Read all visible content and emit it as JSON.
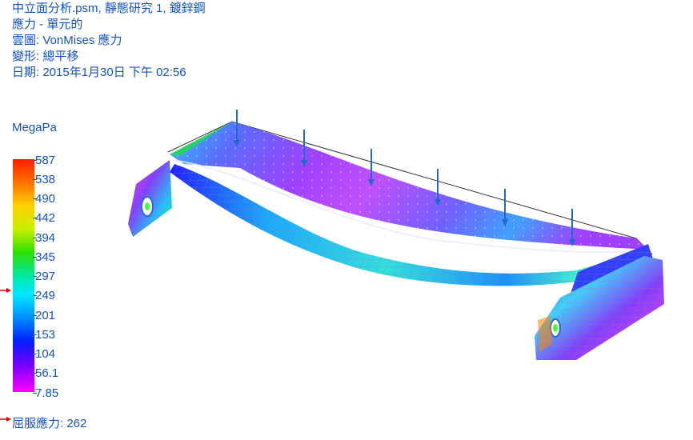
{
  "header": {
    "line1": "中立面分析.psm, 靜態研究 1, 鍍鋅鋼",
    "line2": "應力 - 單元的",
    "line3": "雲圖: VonMises 應力",
    "line4": "變形: 總平移",
    "line5": "日期: 2015年1月30日   下午 02:56"
  },
  "legend": {
    "unit": "MegaPa",
    "ticks": [
      "587",
      "538",
      "490",
      "442",
      "394",
      "345",
      "297",
      "249",
      "201",
      "153",
      "104",
      "56.1",
      "7.85"
    ],
    "colors": {
      "max": "#ff1d00",
      "min": "#ff00ff",
      "text": "#1550c8",
      "marker": "#e00000",
      "load_arrow": "#1e6cc8"
    }
  },
  "yield": {
    "text": "屈服應力: 262",
    "value": 262
  }
}
